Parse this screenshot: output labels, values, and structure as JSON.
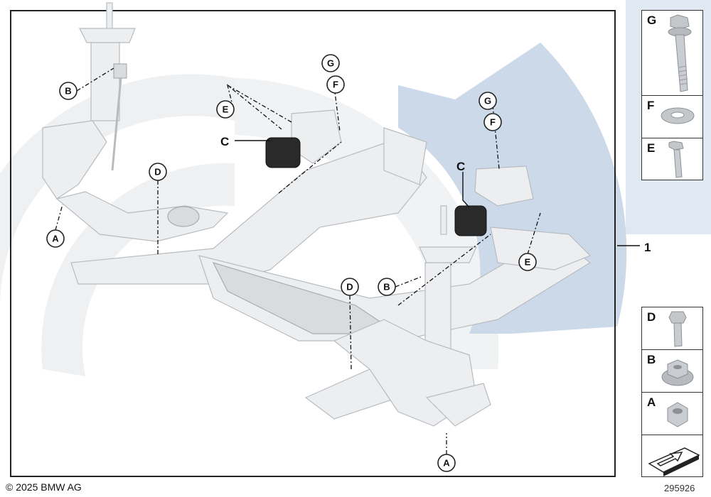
{
  "callouts": {
    "b_top": "B",
    "e_top": "E",
    "g_top": "G",
    "f_top": "F",
    "d_left": "D",
    "a_left": "A",
    "g_right": "G",
    "f_right": "F",
    "e_right": "E",
    "b_mid": "B",
    "d_mid": "D",
    "a_bottom": "A"
  },
  "labels": {
    "c_left": "C",
    "c_right": "C",
    "ref_number": "1"
  },
  "parts_top": [
    {
      "letter": "G",
      "icon": "flange-bolt-icon"
    },
    {
      "letter": "F",
      "icon": "washer-icon"
    },
    {
      "letter": "E",
      "icon": "small-bolt-icon"
    }
  ],
  "parts_bottom": [
    {
      "letter": "D",
      "icon": "hex-bolt-icon"
    },
    {
      "letter": "B",
      "icon": "flange-nut-icon"
    },
    {
      "letter": "A",
      "icon": "hex-nut-icon"
    },
    {
      "letter": "",
      "icon": "arrow-plate-icon"
    }
  ],
  "footer": {
    "copyright": "© 2025 BMW AG",
    "image_number": "295926"
  },
  "colors": {
    "bg_arc_grey": "#e9ebed",
    "bg_arc_blue": "#c9d6e6",
    "frame": "#222222"
  }
}
